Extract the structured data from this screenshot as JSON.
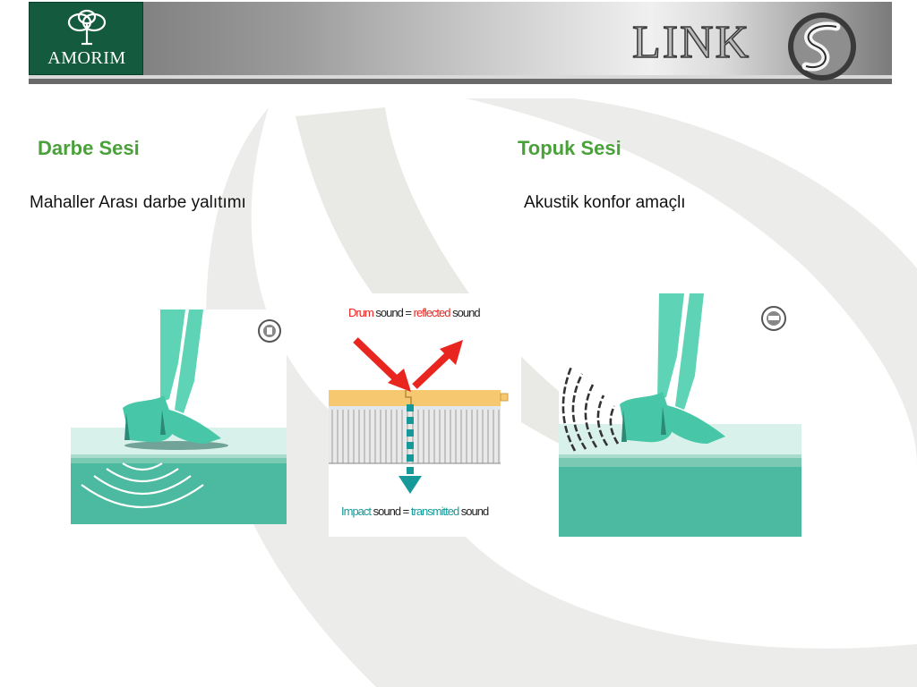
{
  "header": {
    "logo_left_text": "AMORIM",
    "logo_right_text": "LINK"
  },
  "sections": [
    {
      "title": "Darbe Sesi",
      "subtitle": "Mahaller Arası darbe yalıtımı"
    },
    {
      "title": "Topuk Sesi",
      "subtitle": "Akustik konfor amaçlı"
    }
  ],
  "diagram": {
    "top_label": {
      "part1": "Drum",
      "part2": " sound =  ",
      "part3": "reflected",
      "part4": " sound"
    },
    "bottom_label": {
      "part1": "Impact",
      "part2": " sound =  ",
      "part3": "transmitted",
      "part4": " sound"
    }
  },
  "colors": {
    "title_green": "#4aa13a",
    "teal": "#4bbaa0",
    "mint": "#5fd3b5",
    "amorim_green": "#145a3e",
    "red_arrow": "#e8251f",
    "teal_arrow": "#17999a",
    "wood": "#f6c870"
  },
  "icons": [
    "amorim-tree-icon",
    "link-emblem-icon",
    "sound-off-badge-icon",
    "sound-on-badge-icon"
  ]
}
